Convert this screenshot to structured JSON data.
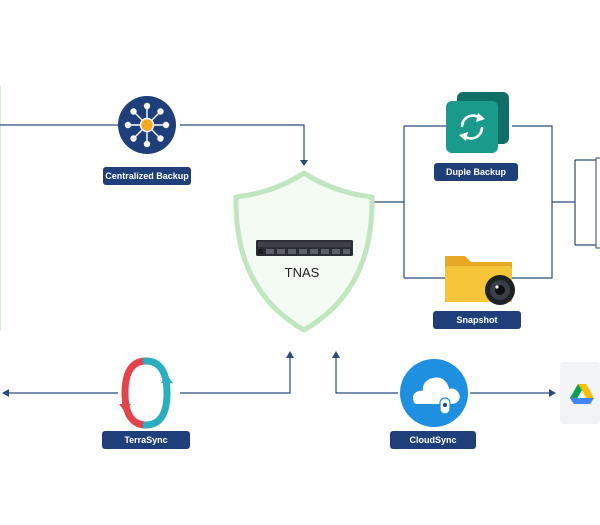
{
  "nodes": {
    "centralized_backup": "Centralized Backup",
    "tnas": "TNAS",
    "duple_backup": "Duple Backup",
    "snapshot": "Snapshot",
    "terrasync": "TerraSync",
    "cloudsync": "CloudSync"
  },
  "colors": {
    "line": "#2b4a7e",
    "label_bg": "#1f3f7a",
    "shield_fill": "#f3fbf3",
    "shield_stroke": "#bfe6bf",
    "teal": "#1a9a8a",
    "folder": "#f6c439",
    "cloud_blue": "#1f8fe0"
  },
  "icons": [
    "hub-icon",
    "server-icon",
    "sync-icon",
    "folder-camera-icon",
    "terrasync-icon",
    "cloud-icon",
    "google-drive-icon"
  ]
}
